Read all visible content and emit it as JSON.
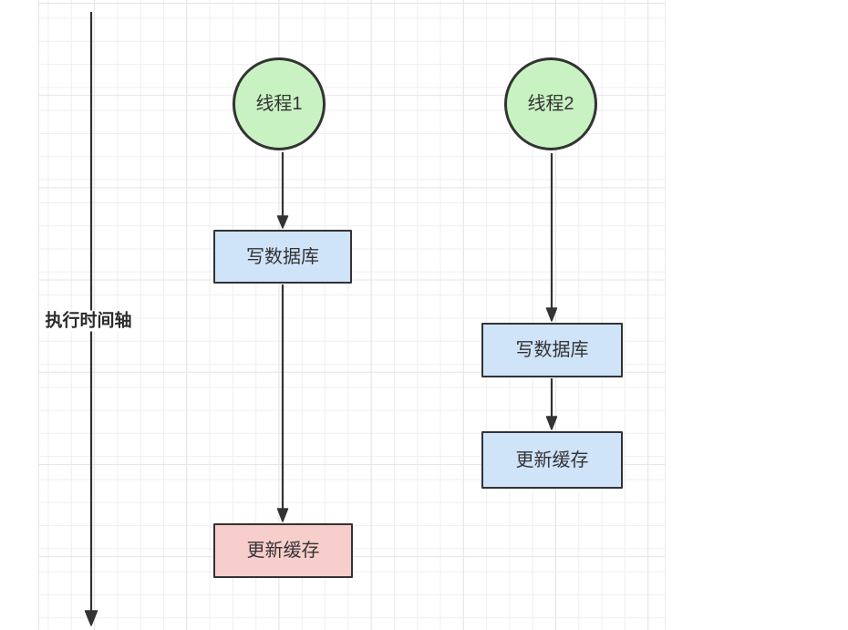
{
  "canvas": {
    "background": "#ffffff",
    "grid_minor_color": "#efeff3",
    "grid_major_color": "#e4e4ea"
  },
  "timeline": {
    "label": "执行时间轴"
  },
  "threads": [
    {
      "name": "线程1",
      "steps": [
        "写数据库",
        "更新缓存"
      ]
    },
    {
      "name": "线程2",
      "steps": [
        "写数据库",
        "更新缓存"
      ]
    }
  ],
  "colors": {
    "stroke": "#333333",
    "thread_circle_fill": "#c9f2c3",
    "write_db_fill": "#cfe3f9",
    "thread1_update_cache_fill": "#f8cecc",
    "thread2_update_cache_fill": "#cfe3f9"
  }
}
